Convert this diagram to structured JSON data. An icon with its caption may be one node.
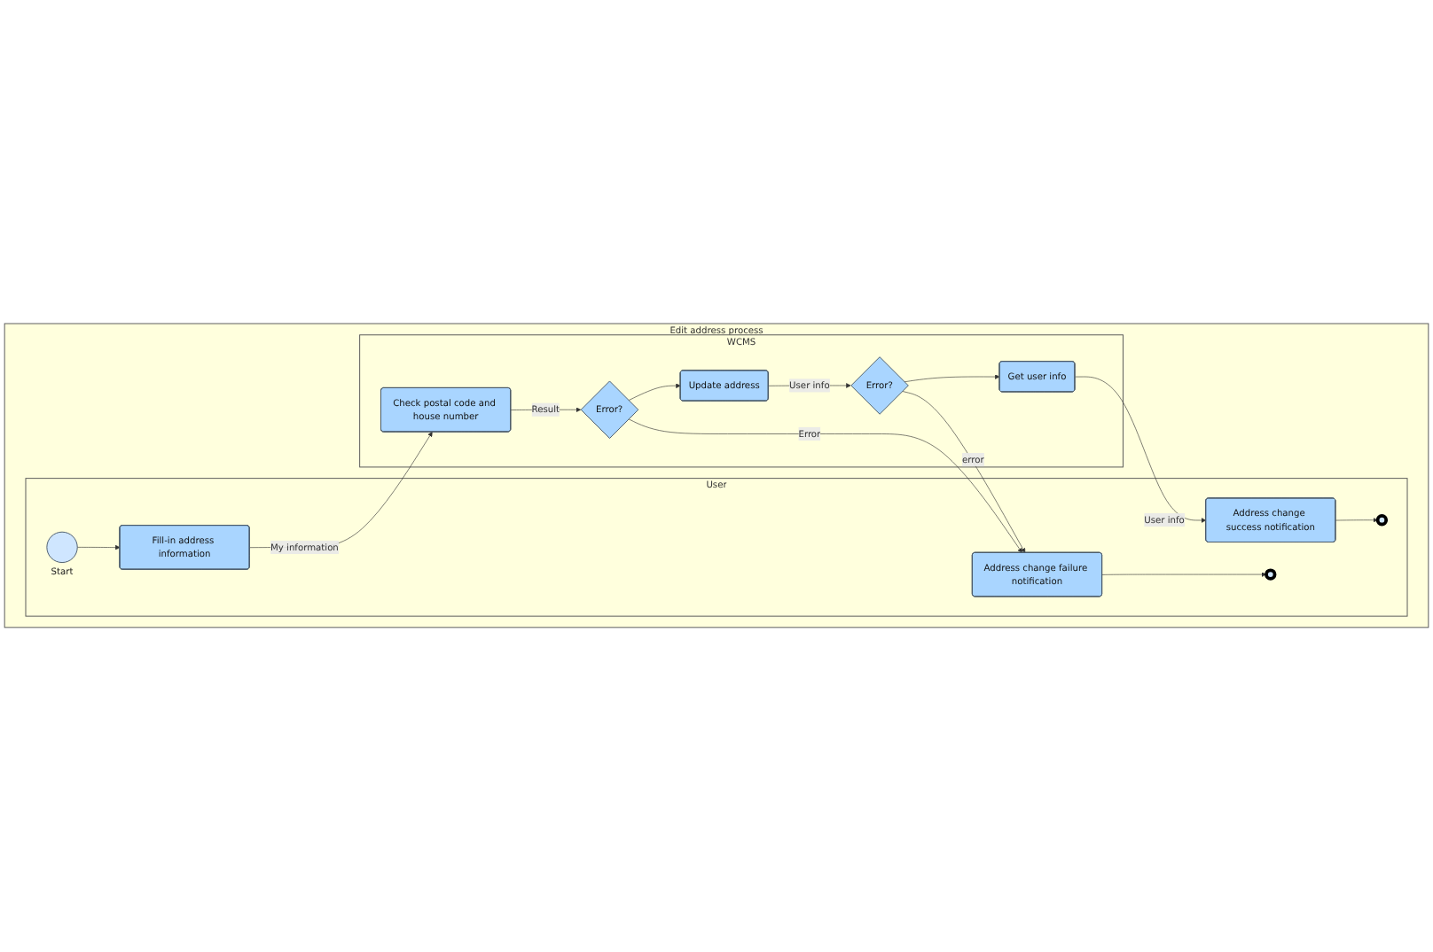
{
  "diagram": {
    "nodes": [
      {
        "text": [
          "Edit address process"
        ]
      },
      {
        "text": [
          "User"
        ],
        "in": 0
      },
      {
        "text": [],
        "shape": "circle",
        "beside": [
          "Start"
        ],
        "in": 1
      },
      {
        "text": [
          "Fill-in address information"
        ],
        "in": 1
      },
      {
        "text": [
          "Address change failure notification"
        ],
        "in": 1
      },
      {
        "text": [],
        "shape": "circle",
        "in": 1
      },
      {
        "text": [
          "Address change success notification"
        ],
        "in": 1
      },
      {
        "text": [],
        "shape": "circle",
        "in": 1
      },
      {
        "text": [
          "WCMS"
        ],
        "in": 0
      },
      {
        "text": [
          "Check postal code and house number"
        ],
        "in": 8
      },
      {
        "text": [
          "Error?"
        ],
        "in": 8
      },
      {
        "text": [
          "Update address"
        ],
        "in": 8
      },
      {
        "text": [
          "Error?"
        ],
        "in": 8
      },
      {
        "text": [
          "Get user info"
        ],
        "in": 8
      }
    ],
    "edges": [
      {
        "from": 2,
        "to": 3,
        "arrow": "to"
      },
      {
        "from": 3,
        "to": 9,
        "arrow": "to",
        "label": "My information"
      },
      {
        "from": 9,
        "to": 10,
        "arrow": "to",
        "label": "Result"
      },
      {
        "from": 10,
        "to": 4,
        "arrow": "to",
        "label": "Error"
      },
      {
        "from": 10,
        "to": 11,
        "arrow": "to"
      },
      {
        "from": 11,
        "to": 12,
        "arrow": "to",
        "label": "User info"
      },
      {
        "from": 12,
        "to": 4,
        "arrow": "to",
        "label": "error"
      },
      {
        "from": 12,
        "to": 13,
        "arrow": "to"
      },
      {
        "from": 13,
        "to": 6,
        "arrow": "to",
        "label": "User info"
      },
      {
        "from": 4,
        "to": 5,
        "arrow": "to"
      },
      {
        "from": 6,
        "to": 7,
        "arrow": "to"
      }
    ]
  }
}
